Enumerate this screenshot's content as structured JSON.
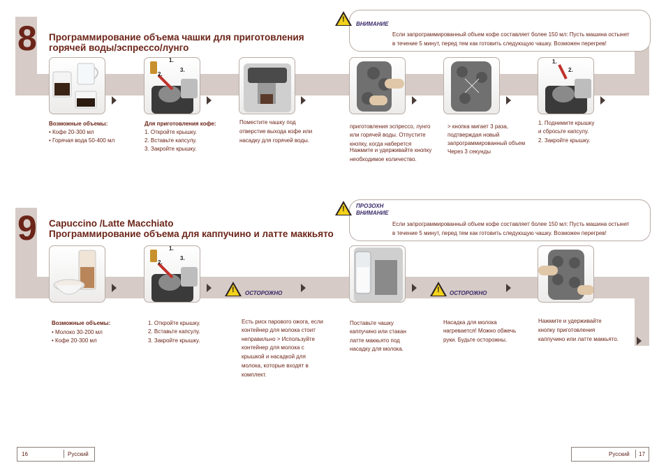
{
  "section8": {
    "number": "8",
    "title_line1": "Программирование объема чашки для приготовления",
    "title_line2": "горячей воды/эспрессо/лунго",
    "warning": {
      "label": "ВНИМАНИЕ",
      "line1": "Если запрограммированный объем кофе составляет более 150 мл: Пусть машина остынет",
      "line2": "в течение 5 минут, перед тем как готовить следующую чашку. Возможен перегрев!"
    },
    "step_labels": {
      "one": "1.",
      "two": "2.",
      "three": "3."
    },
    "col1": {
      "heading": "Возможные объемы:",
      "line1": "• Кофе 20-300 мл",
      "line2": "• Горячая вода 50-400 мл"
    },
    "col2": {
      "heading": "Для приготовления кофе:",
      "line1": "1. Откройте крышку.",
      "line2": "2. Вставьте капсулу.",
      "line3": "3. Закройте крышку."
    },
    "col3": {
      "line1": "Поместите чашку под",
      "line2": "отверстие выхода кофе или",
      "line3": "насадку для горячей воды."
    },
    "col5": {
      "line1": "приготовления эспрессо, лунго",
      "line2": "или горячей воды. Отпустите",
      "line3": "кнопку, когда наберется",
      "line4": "Нажмите и удерживайте кнопку",
      "line5": "необходимое количество."
    },
    "col6": {
      "line1": "> кнопка мигает 3 раза,",
      "line2": "подтверждая новый",
      "line3": "запрограммированный объем",
      "line4": "Через 3 секунды"
    },
    "col7": {
      "line1": "1. Поднимите крышку",
      "line2": "и сбросьте капсулу.",
      "line3": "2. Закройте крышку."
    }
  },
  "section9": {
    "number": "9",
    "title_line1": "Capuccino /Latte Macchiato",
    "title_line2": "Программирование объема для каппучино и латте маккьято",
    "warning": {
      "label1": "ПРОЗОХН",
      "label2": "ВНИМАНИЕ",
      "line1": "Если запрограммированный объем кофе составляет более 150 мл: Пусть машина остынет",
      "line2": "в течение 5 минут, перед тем как готовить следующую чашку. Возможен перегрев!"
    },
    "caution1": "ОСТОРОЖНО",
    "caution2": "ОСТОРОЖНО",
    "col1": {
      "heading": "Возможные объемы:",
      "line1": "• Молоко 30-200 мл",
      "line2": "• Кофе 20-300 мл"
    },
    "col2": {
      "line1": "1. Откройте крышку.",
      "line2": "2. Вставьте капсулу.",
      "line3": "3. Закройте крышку."
    },
    "col3": {
      "line1": "Есть риск парового ожога, если",
      "line2": "контейнер для молока стоит",
      "line3": "неправильно > Используйте",
      "line4": "контейнер для молока с",
      "line5": "крышкой и насадкой для",
      "line6": "молока, которые входят в",
      "line7": "комплект."
    },
    "col4": {
      "line1": "Поставьте чашку",
      "line2": "каппучино или стакан",
      "line3": "латте маккьято под",
      "line4": "насадку для молока."
    },
    "col5": {
      "line1": "Насадка для молока",
      "line2": "нагревается! Можно обжечь",
      "line3": "руки. Будьте осторожны."
    },
    "col6": {
      "line1": "Нажмите и удерживайте",
      "line2": "кнопку приготовления",
      "line3": "каппучино или латте маккьято."
    }
  },
  "footer": {
    "left_page": "16",
    "left_lang": "Русский",
    "right_lang": "Русский",
    "right_page": "17"
  },
  "colors": {
    "band": "#d6cbc6",
    "brown": "#6b2418",
    "warning_yellow": "#f2d21a"
  }
}
